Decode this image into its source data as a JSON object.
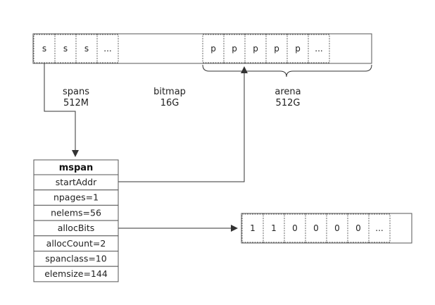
{
  "memory_strip": {
    "span_cells": [
      "s",
      "s",
      "s",
      "..."
    ],
    "arena_cells": [
      "p",
      "p",
      "p",
      "p",
      "p",
      "..."
    ]
  },
  "regions": {
    "spans": {
      "name": "spans",
      "size": "512M"
    },
    "bitmap": {
      "name": "bitmap",
      "size": "16G"
    },
    "arena": {
      "name": "arena",
      "size": "512G"
    }
  },
  "mspan": {
    "title": "mspan",
    "fields": [
      "startAddr",
      "npages=1",
      "nelems=56",
      "allocBits",
      "allocCount=2",
      "spanclass=10",
      "elemsize=144"
    ]
  },
  "alloc_bits": [
    "1",
    "1",
    "0",
    "0",
    "0",
    "0",
    "..."
  ],
  "colors": {
    "line": "#333333",
    "border": "#555555"
  }
}
